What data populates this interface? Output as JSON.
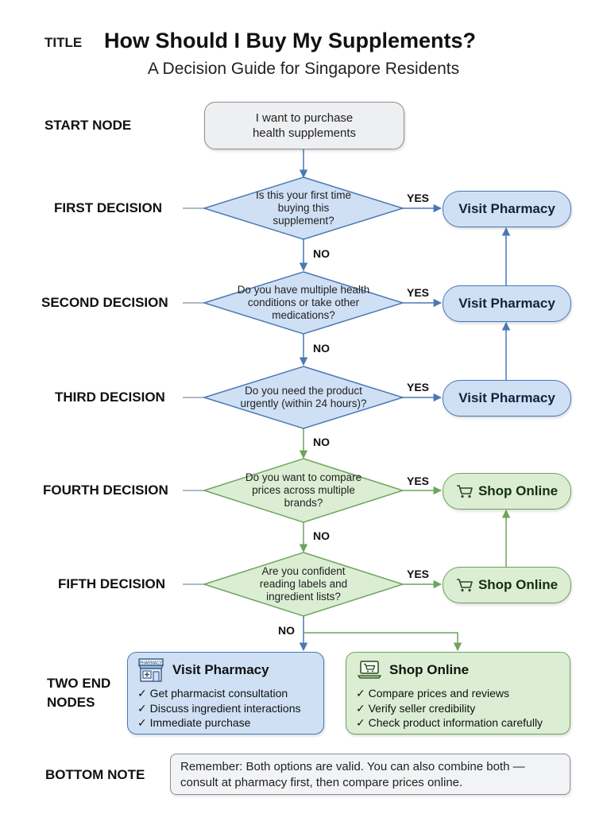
{
  "title_tag": "TITLE",
  "title": "How Should I Buy My Supplements?",
  "subtitle": "A Decision Guide for Singapore Residents",
  "row_labels": {
    "start": "START NODE",
    "first": "FIRST DECISION",
    "second": "SECOND DECISION",
    "third": "THIRD DECISION",
    "fourth": "FOURTH DECISION",
    "fifth": "FIFTH DECISION",
    "end_line1": "TWO END",
    "end_line2": "NODES",
    "bottom": "BOTTOM NOTE"
  },
  "start_node": "I want to purchase health supplements",
  "decisions": [
    {
      "question": "Is this your first time buying this supplement?",
      "yes_label": "YES",
      "no_label": "NO",
      "outcome": "Visit Pharmacy",
      "color": "#cfe0f5"
    },
    {
      "question": "Do you have multiple health conditions or take other medications?",
      "yes_label": "YES",
      "no_label": "NO",
      "outcome": "Visit Pharmacy",
      "color": "#cfe0f5"
    },
    {
      "question": "Do you need the product urgently (within 24 hours)?",
      "yes_label": "YES",
      "no_label": "NO",
      "outcome": "Visit Pharmacy",
      "color": "#cfe0f5"
    },
    {
      "question": "Do you want to compare prices across multiple brands?",
      "yes_label": "YES",
      "no_label": "NO",
      "outcome": "Shop Online",
      "color": "#dbeed3"
    },
    {
      "question": "Are you confident reading labels and ingredient lists?",
      "yes_label": "YES",
      "no_label": "NO",
      "outcome": "Shop Online",
      "color": "#dbeed3"
    }
  ],
  "end_nodes": {
    "pharmacy": {
      "title": "Visit Pharmacy",
      "icon": "pharmacy-store-icon",
      "icon_text": "PHARMACY",
      "items": [
        "✓ Get pharmacist consultation",
        "✓ Discuss ingredient interactions",
        "✓ Immediate purchase"
      ]
    },
    "online": {
      "title": "Shop Online",
      "icon": "laptop-cart-icon",
      "items": [
        "✓ Compare prices and reviews",
        "✓ Verify seller credibility",
        "✓ Check product information carefully"
      ]
    }
  },
  "bottom_note": "Remember: Both options are valid. You can also combine both — consult at pharmacy first, then compare prices online.",
  "colors": {
    "pharmacy_fill": "#cfe0f5",
    "pharmacy_border": "#4a78b4",
    "online_fill": "#dbeed3",
    "online_border": "#6fa35e",
    "start_fill": "#eeeff1",
    "connector": "#4a78b4",
    "online_connector": "#6fa35e"
  }
}
